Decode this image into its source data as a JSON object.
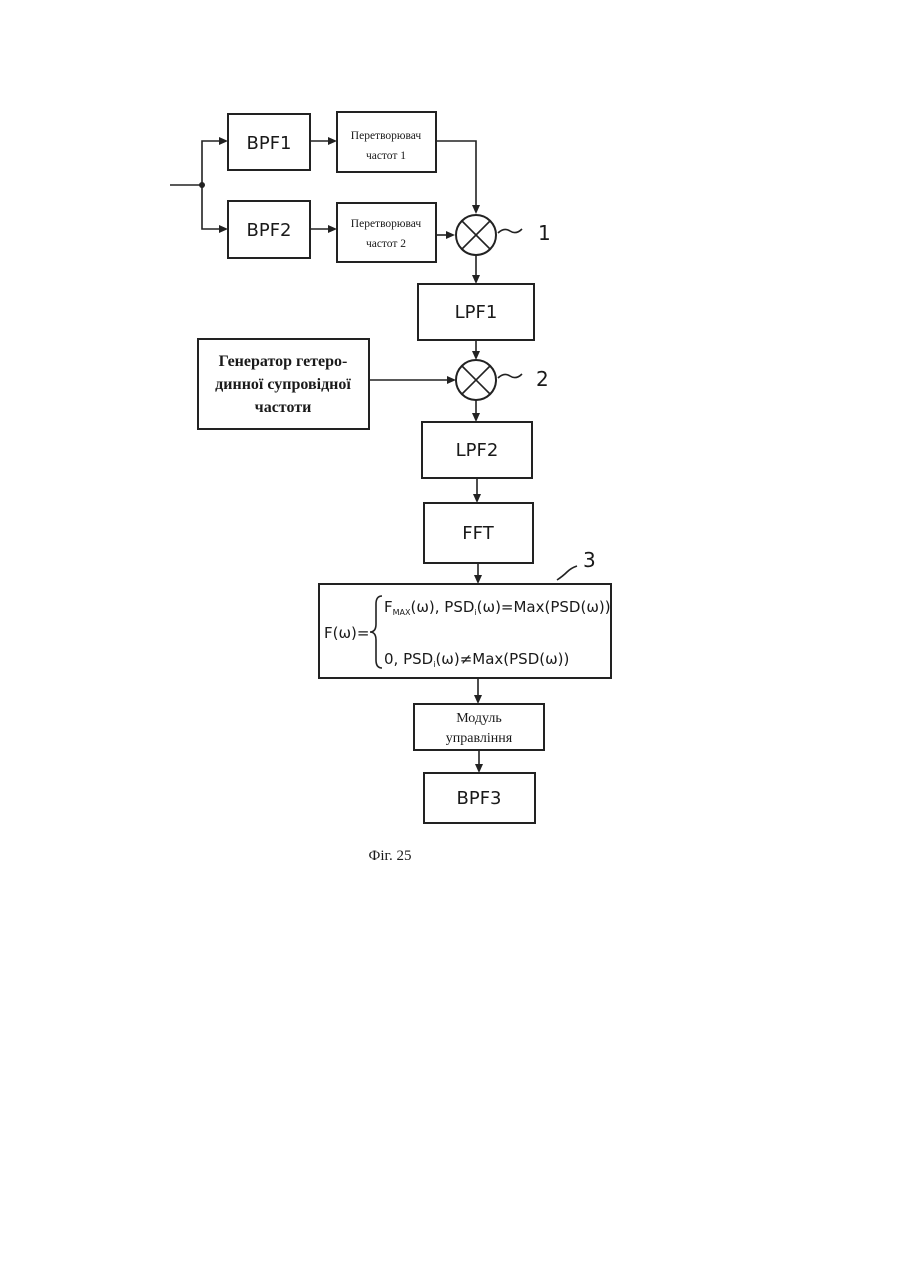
{
  "blocks": {
    "bpf1": "BPF1",
    "bpf2": "BPF2",
    "converter1": [
      "Перетворювач",
      "частот 1"
    ],
    "converter2": [
      "Перетворювач",
      "частот 2"
    ],
    "lpf1": "LPF1",
    "generator": [
      "Генератор гетеро-",
      "динної супровідної",
      "частоти"
    ],
    "lpf2": "LPF2",
    "fft": "FFT",
    "control_module": [
      "Модуль",
      "управління"
    ],
    "bpf3": "BPF3"
  },
  "formula": {
    "lhs": "F(ω)=",
    "case1_prefix": "F",
    "case1_sub": "MAX",
    "case1_mid": "(ω), PSD",
    "case1_sub2": "i",
    "case1_rest": "(ω)=Max(PSD(ω))",
    "case2_prefix": "0, PSD",
    "case2_sub": "i",
    "case2_rest": "(ω)≠Max(PSD(ω))"
  },
  "reference_numerals": {
    "mixer1": "1",
    "mixer2": "2",
    "decision": "3"
  },
  "figure_caption": "Фіг. 25"
}
